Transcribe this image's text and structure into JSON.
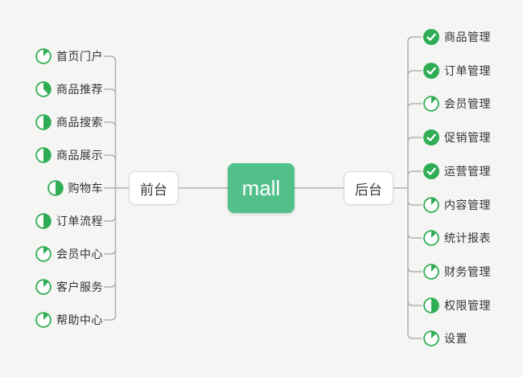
{
  "canvas": {
    "background_color": "#f5f5f3",
    "connector_color": "#b2b2b0",
    "text_color": "#333333"
  },
  "colors": {
    "icon_green": "#2fad54",
    "mall_green": "#52c08a"
  },
  "root": {
    "label": "mall"
  },
  "left_branch": {
    "label": "前台",
    "items": [
      {
        "label": "首页门户",
        "status": "in-progress",
        "progress": 0.125,
        "icon": "progress-pie-icon"
      },
      {
        "label": "商品推荐",
        "status": "in-progress",
        "progress": 0.375,
        "icon": "progress-pie-icon"
      },
      {
        "label": "商品搜索",
        "status": "in-progress",
        "progress": 0.5,
        "icon": "progress-pie-icon"
      },
      {
        "label": "商品展示",
        "status": "in-progress",
        "progress": 0.5,
        "icon": "progress-pie-icon"
      },
      {
        "label": "购物车",
        "status": "in-progress",
        "progress": 0.5,
        "icon": "progress-pie-icon"
      },
      {
        "label": "订单流程",
        "status": "in-progress",
        "progress": 0.5,
        "icon": "progress-pie-icon"
      },
      {
        "label": "会员中心",
        "status": "in-progress",
        "progress": 0.125,
        "icon": "progress-pie-icon"
      },
      {
        "label": "客户服务",
        "status": "in-progress",
        "progress": 0.125,
        "icon": "progress-pie-icon"
      },
      {
        "label": "帮助中心",
        "status": "in-progress",
        "progress": 0.125,
        "icon": "progress-pie-icon"
      }
    ]
  },
  "right_branch": {
    "label": "后台",
    "items": [
      {
        "label": "商品管理",
        "status": "done",
        "progress": 1,
        "icon": "check-icon"
      },
      {
        "label": "订单管理",
        "status": "done",
        "progress": 1,
        "icon": "check-icon"
      },
      {
        "label": "会员管理",
        "status": "in-progress",
        "progress": 0.125,
        "icon": "progress-pie-icon"
      },
      {
        "label": "促销管理",
        "status": "done",
        "progress": 1,
        "icon": "check-icon"
      },
      {
        "label": "运营管理",
        "status": "done",
        "progress": 1,
        "icon": "check-icon"
      },
      {
        "label": "内容管理",
        "status": "in-progress",
        "progress": 0.125,
        "icon": "progress-pie-icon"
      },
      {
        "label": "统计报表",
        "status": "in-progress",
        "progress": 0.125,
        "icon": "progress-pie-icon"
      },
      {
        "label": "财务管理",
        "status": "in-progress",
        "progress": 0.125,
        "icon": "progress-pie-icon"
      },
      {
        "label": "权限管理",
        "status": "in-progress",
        "progress": 0.5,
        "icon": "progress-pie-icon"
      },
      {
        "label": "设置",
        "status": "in-progress",
        "progress": 0.125,
        "icon": "progress-pie-icon"
      }
    ]
  }
}
